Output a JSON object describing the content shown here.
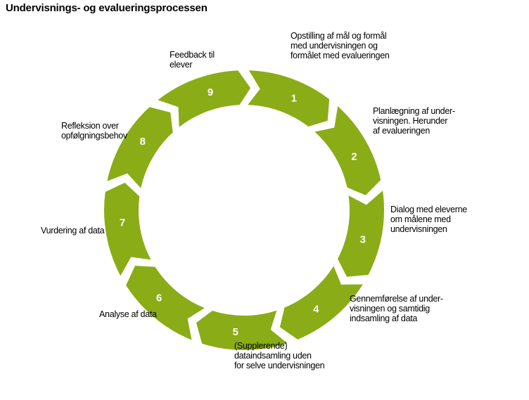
{
  "title": "Undervisnings- og evalueringsprocessen",
  "colors": {
    "segment": "#8aac16",
    "number": "#ffffff"
  },
  "steps": [
    {
      "number": "1",
      "lines": [
        "Opstilling af mål og formål",
        "med undervisningen og",
        "formålet med evalueringen"
      ]
    },
    {
      "number": "2",
      "lines": [
        "Planlægning af under-",
        "visningen. Herunder",
        "af evalueringen"
      ]
    },
    {
      "number": "3",
      "lines": [
        "Dialog med eleverne",
        "om målene med",
        "undervisningen"
      ]
    },
    {
      "number": "4",
      "lines": [
        "Gennemførelse af under-",
        "visningen og samtidig",
        "indsamling af data"
      ]
    },
    {
      "number": "5",
      "lines": [
        "(Supplerende)",
        "dataindsamling uden",
        "for selve undervisningen"
      ]
    },
    {
      "number": "6",
      "lines": [
        "Analyse af data"
      ]
    },
    {
      "number": "7",
      "lines": [
        "Vurdering af data"
      ]
    },
    {
      "number": "8",
      "lines": [
        "Refleksion over",
        "opfølgningsbehov"
      ]
    },
    {
      "number": "9",
      "lines": [
        "Feedback til",
        "elever"
      ]
    }
  ]
}
